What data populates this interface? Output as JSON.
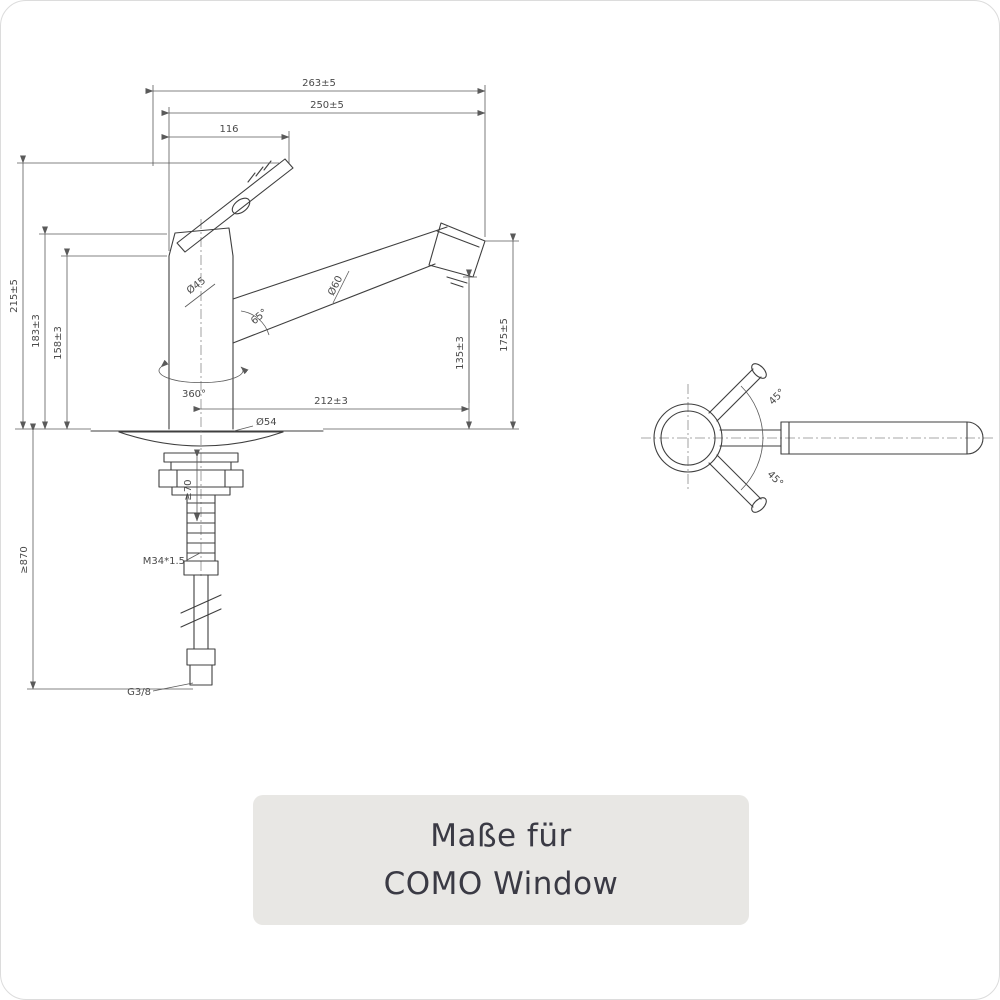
{
  "colors": {
    "line": "#3f3f3f",
    "dimension_line": "#5a5a5a",
    "caption_bg": "#e8e7e4",
    "caption_text": "#3a3a44"
  },
  "drawing": {
    "side_view": {
      "dims": {
        "d263": "263±5",
        "d250": "250±5",
        "d116": "116",
        "d215": "215±5",
        "d183": "183±3",
        "d158": "158±3",
        "d175": "175±5",
        "d135": "135±3",
        "d212": "212±3",
        "dia45": "Ø45",
        "dia54": "Ø54",
        "dia60": "Ø60",
        "a65": "65°",
        "a360": "360°",
        "ge70": "≥70",
        "thread": "M34*1.5",
        "ge870": "≥870",
        "g38": "G3/8"
      }
    },
    "top_view": {
      "a45_upper": "45°",
      "a45_lower": "45°"
    }
  },
  "caption": {
    "line1": "Maße für",
    "line2": "COMO Window"
  }
}
